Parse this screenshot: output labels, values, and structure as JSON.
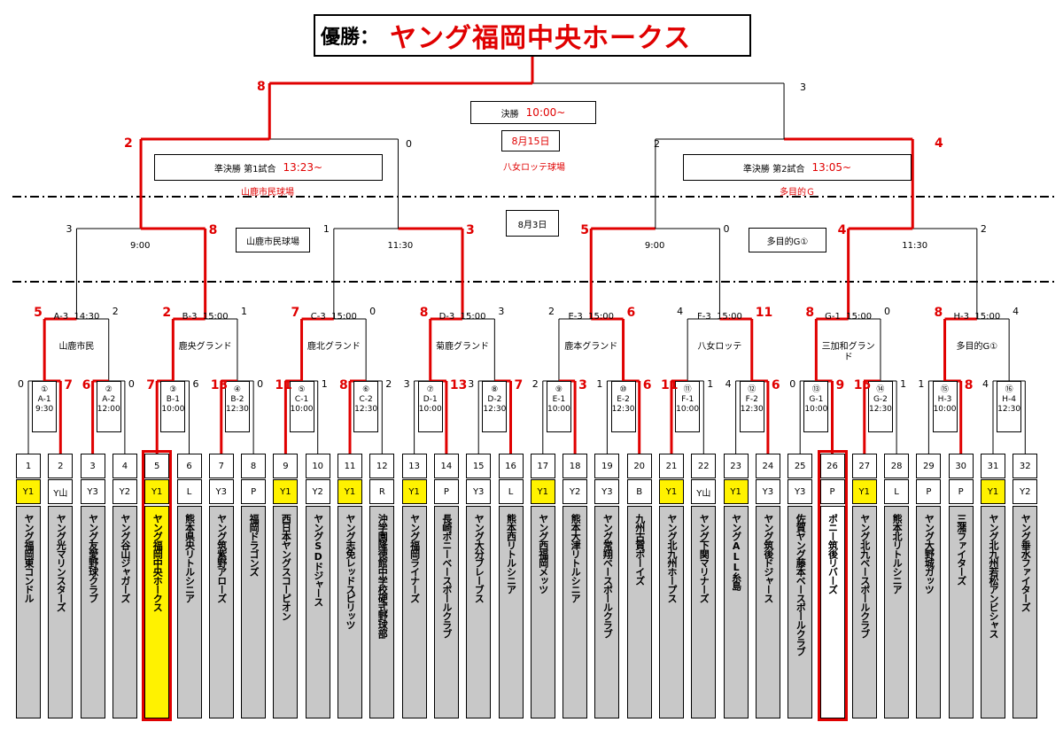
{
  "title": {
    "label": "優勝：",
    "champion": "ヤング福岡中央ホークス"
  },
  "final": {
    "label": "決勝",
    "time": "10:00~",
    "date": "8月15日",
    "venue": "八女ロッテ球場",
    "score_left": "8",
    "score_right": "3"
  },
  "semi1": {
    "label": "準決勝 第1試合",
    "time": "13:23~",
    "venue": "山鹿市民球場",
    "score_left": "2",
    "score_right": "0"
  },
  "semi2": {
    "label": "準決勝 第2試合",
    "time": "13:05~",
    "venue": "多目的Ｇ",
    "score_left": "2",
    "score_right": "4"
  },
  "date_aug3": "8月3日",
  "venue_r2_left": "山鹿市民球場",
  "venue_r2_right": "多目的G①",
  "round2": [
    {
      "time": "9:00",
      "score_left": "3",
      "score_right": "8"
    },
    {
      "time": "11:30",
      "score_left": "1",
      "score_right": "3"
    },
    {
      "time": "9:00",
      "score_left": "5",
      "score_right": "0"
    },
    {
      "time": "11:30",
      "score_left": "4",
      "score_right": "2"
    }
  ],
  "round1": [
    {
      "code": "A-3",
      "time": "14:30",
      "venue": "山鹿市民",
      "score_left": "5",
      "score_right": "2"
    },
    {
      "code": "B-3",
      "time": "15:00",
      "venue": "鹿央グランド",
      "score_left": "2",
      "score_right": "1"
    },
    {
      "code": "C-3",
      "time": "15:00",
      "venue": "鹿北グランド",
      "score_left": "7",
      "score_right": "0"
    },
    {
      "code": "D-3",
      "time": "15:00",
      "venue": "菊鹿グランド",
      "score_left": "8",
      "score_right": "3"
    },
    {
      "code": "E-3",
      "time": "15:00",
      "venue": "鹿本グランド",
      "score_left": "2",
      "score_right": "6"
    },
    {
      "code": "F-3",
      "time": "15:00",
      "venue": "八女ロッテ",
      "score_left": "4",
      "score_right": "11"
    },
    {
      "code": "G-1",
      "time": "15:00",
      "venue": "三加和グランド",
      "score_left": "8",
      "score_right": "0"
    },
    {
      "code": "H-3",
      "time": "15:00",
      "venue": "多目的G①",
      "score_left": "8",
      "score_right": "4"
    }
  ],
  "games": [
    {
      "no": "①",
      "code": "A-1",
      "time": "9:30",
      "score_left": "0",
      "score_right": "7"
    },
    {
      "no": "②",
      "code": "A-2",
      "time": "12:00",
      "score_left": "6",
      "score_right": "0"
    },
    {
      "no": "③",
      "code": "B-1",
      "time": "10:00",
      "score_left": "7",
      "score_right": "6"
    },
    {
      "no": "④",
      "code": "B-2",
      "time": "12:30",
      "score_left": "13",
      "score_right": "0"
    },
    {
      "no": "⑤",
      "code": "C-1",
      "time": "10:00",
      "score_left": "11",
      "score_right": "1"
    },
    {
      "no": "⑥",
      "code": "C-2",
      "time": "12:30",
      "score_left": "8",
      "score_right": "2"
    },
    {
      "no": "⑦",
      "code": "D-1",
      "time": "10:00",
      "score_left": "3",
      "score_right": "13"
    },
    {
      "no": "⑧",
      "code": "D-2",
      "time": "12:30",
      "score_left": "3",
      "score_right": "7"
    },
    {
      "no": "⑨",
      "code": "E-1",
      "time": "10:00",
      "score_left": "2",
      "score_right": "3"
    },
    {
      "no": "⑩",
      "code": "E-2",
      "time": "12:30",
      "score_left": "1",
      "score_right": "6"
    },
    {
      "no": "⑪",
      "code": "F-1",
      "time": "10:00",
      "score_left": "11",
      "score_right": "1"
    },
    {
      "no": "⑫",
      "code": "F-2",
      "time": "12:30",
      "score_left": "4",
      "score_right": "6"
    },
    {
      "no": "⑬",
      "code": "G-1",
      "time": "10:00",
      "score_left": "0",
      "score_right": "9"
    },
    {
      "no": "⑭",
      "code": "G-2",
      "time": "12:30",
      "score_left": "15",
      "score_right": "1"
    },
    {
      "no": "⑮",
      "code": "H-3",
      "time": "10:00",
      "score_left": "1",
      "score_right": "8"
    },
    {
      "no": "⑯",
      "code": "H-4",
      "time": "12:30",
      "score_left": "4",
      "score_right": ""
    }
  ],
  "teams": [
    {
      "num": "1",
      "cat": "Y1",
      "name": "ヤング福岡東コンドル"
    },
    {
      "num": "2",
      "cat": "Y山",
      "name": "ヤング光マリンスターズ"
    },
    {
      "num": "3",
      "cat": "Y3",
      "name": "ヤング友愛野球クラブ"
    },
    {
      "num": "4",
      "cat": "Y2",
      "name": "ヤング谷山ジャガーズ"
    },
    {
      "num": "5",
      "cat": "Y1",
      "name": "ヤング福岡中央ホークス"
    },
    {
      "num": "6",
      "cat": "L",
      "name": "熊本県央リトルシニア"
    },
    {
      "num": "7",
      "cat": "Y3",
      "name": "ヤング筑紫野アローズ"
    },
    {
      "num": "8",
      "cat": "P",
      "name": "福岡ドラゴンズ"
    },
    {
      "num": "9",
      "cat": "Y1",
      "name": "西日本ヤングスコーピオン"
    },
    {
      "num": "10",
      "cat": "Y2",
      "name": "ヤングSDドジャース"
    },
    {
      "num": "11",
      "cat": "Y1",
      "name": "ヤング志免レッドスピリッツ"
    },
    {
      "num": "12",
      "cat": "R",
      "name": "沖学園隆徳館中学校硬式野球部"
    },
    {
      "num": "13",
      "cat": "Y1",
      "name": "ヤング福岡ライナーズ"
    },
    {
      "num": "14",
      "cat": "P",
      "name": "長崎ポニーベースボールクラブ"
    },
    {
      "num": "15",
      "cat": "Y3",
      "name": "ヤング大分ブレーブス"
    },
    {
      "num": "16",
      "cat": "L",
      "name": "熊本西リトルシニア"
    },
    {
      "num": "17",
      "cat": "Y1",
      "name": "ヤング西福岡メッツ"
    },
    {
      "num": "18",
      "cat": "Y2",
      "name": "熊本大津リトルシニア"
    },
    {
      "num": "19",
      "cat": "Y3",
      "name": "ヤング常翔ベースボールクラブ"
    },
    {
      "num": "20",
      "cat": "B",
      "name": "九州古賀ボーイズ"
    },
    {
      "num": "21",
      "cat": "Y1",
      "name": "ヤング北九州ホープス"
    },
    {
      "num": "22",
      "cat": "Y山",
      "name": "ヤング下関マリナーズ"
    },
    {
      "num": "23",
      "cat": "Y1",
      "name": "ヤングALL糸島"
    },
    {
      "num": "24",
      "cat": "Y3",
      "name": "ヤング筑後ドジャース"
    },
    {
      "num": "25",
      "cat": "Y3",
      "name": "佐賀ヤング藤本ベースボールクラブ"
    },
    {
      "num": "26",
      "cat": "P",
      "name": "ポニー筑後リバーズ"
    },
    {
      "num": "27",
      "cat": "Y1",
      "name": "ヤング北九ベースボールクラブ"
    },
    {
      "num": "28",
      "cat": "L",
      "name": "熊本北リトルシニア"
    },
    {
      "num": "29",
      "cat": "P",
      "name": "ヤング大野城ガッツ"
    },
    {
      "num": "30",
      "cat": "P",
      "name": "三潴ファイターズ"
    },
    {
      "num": "31",
      "cat": "Y1",
      "name": "ヤング北九州若松アンビシャス"
    },
    {
      "num": "32",
      "cat": "Y2",
      "name": "ヤング垂水ファイターズ"
    }
  ]
}
